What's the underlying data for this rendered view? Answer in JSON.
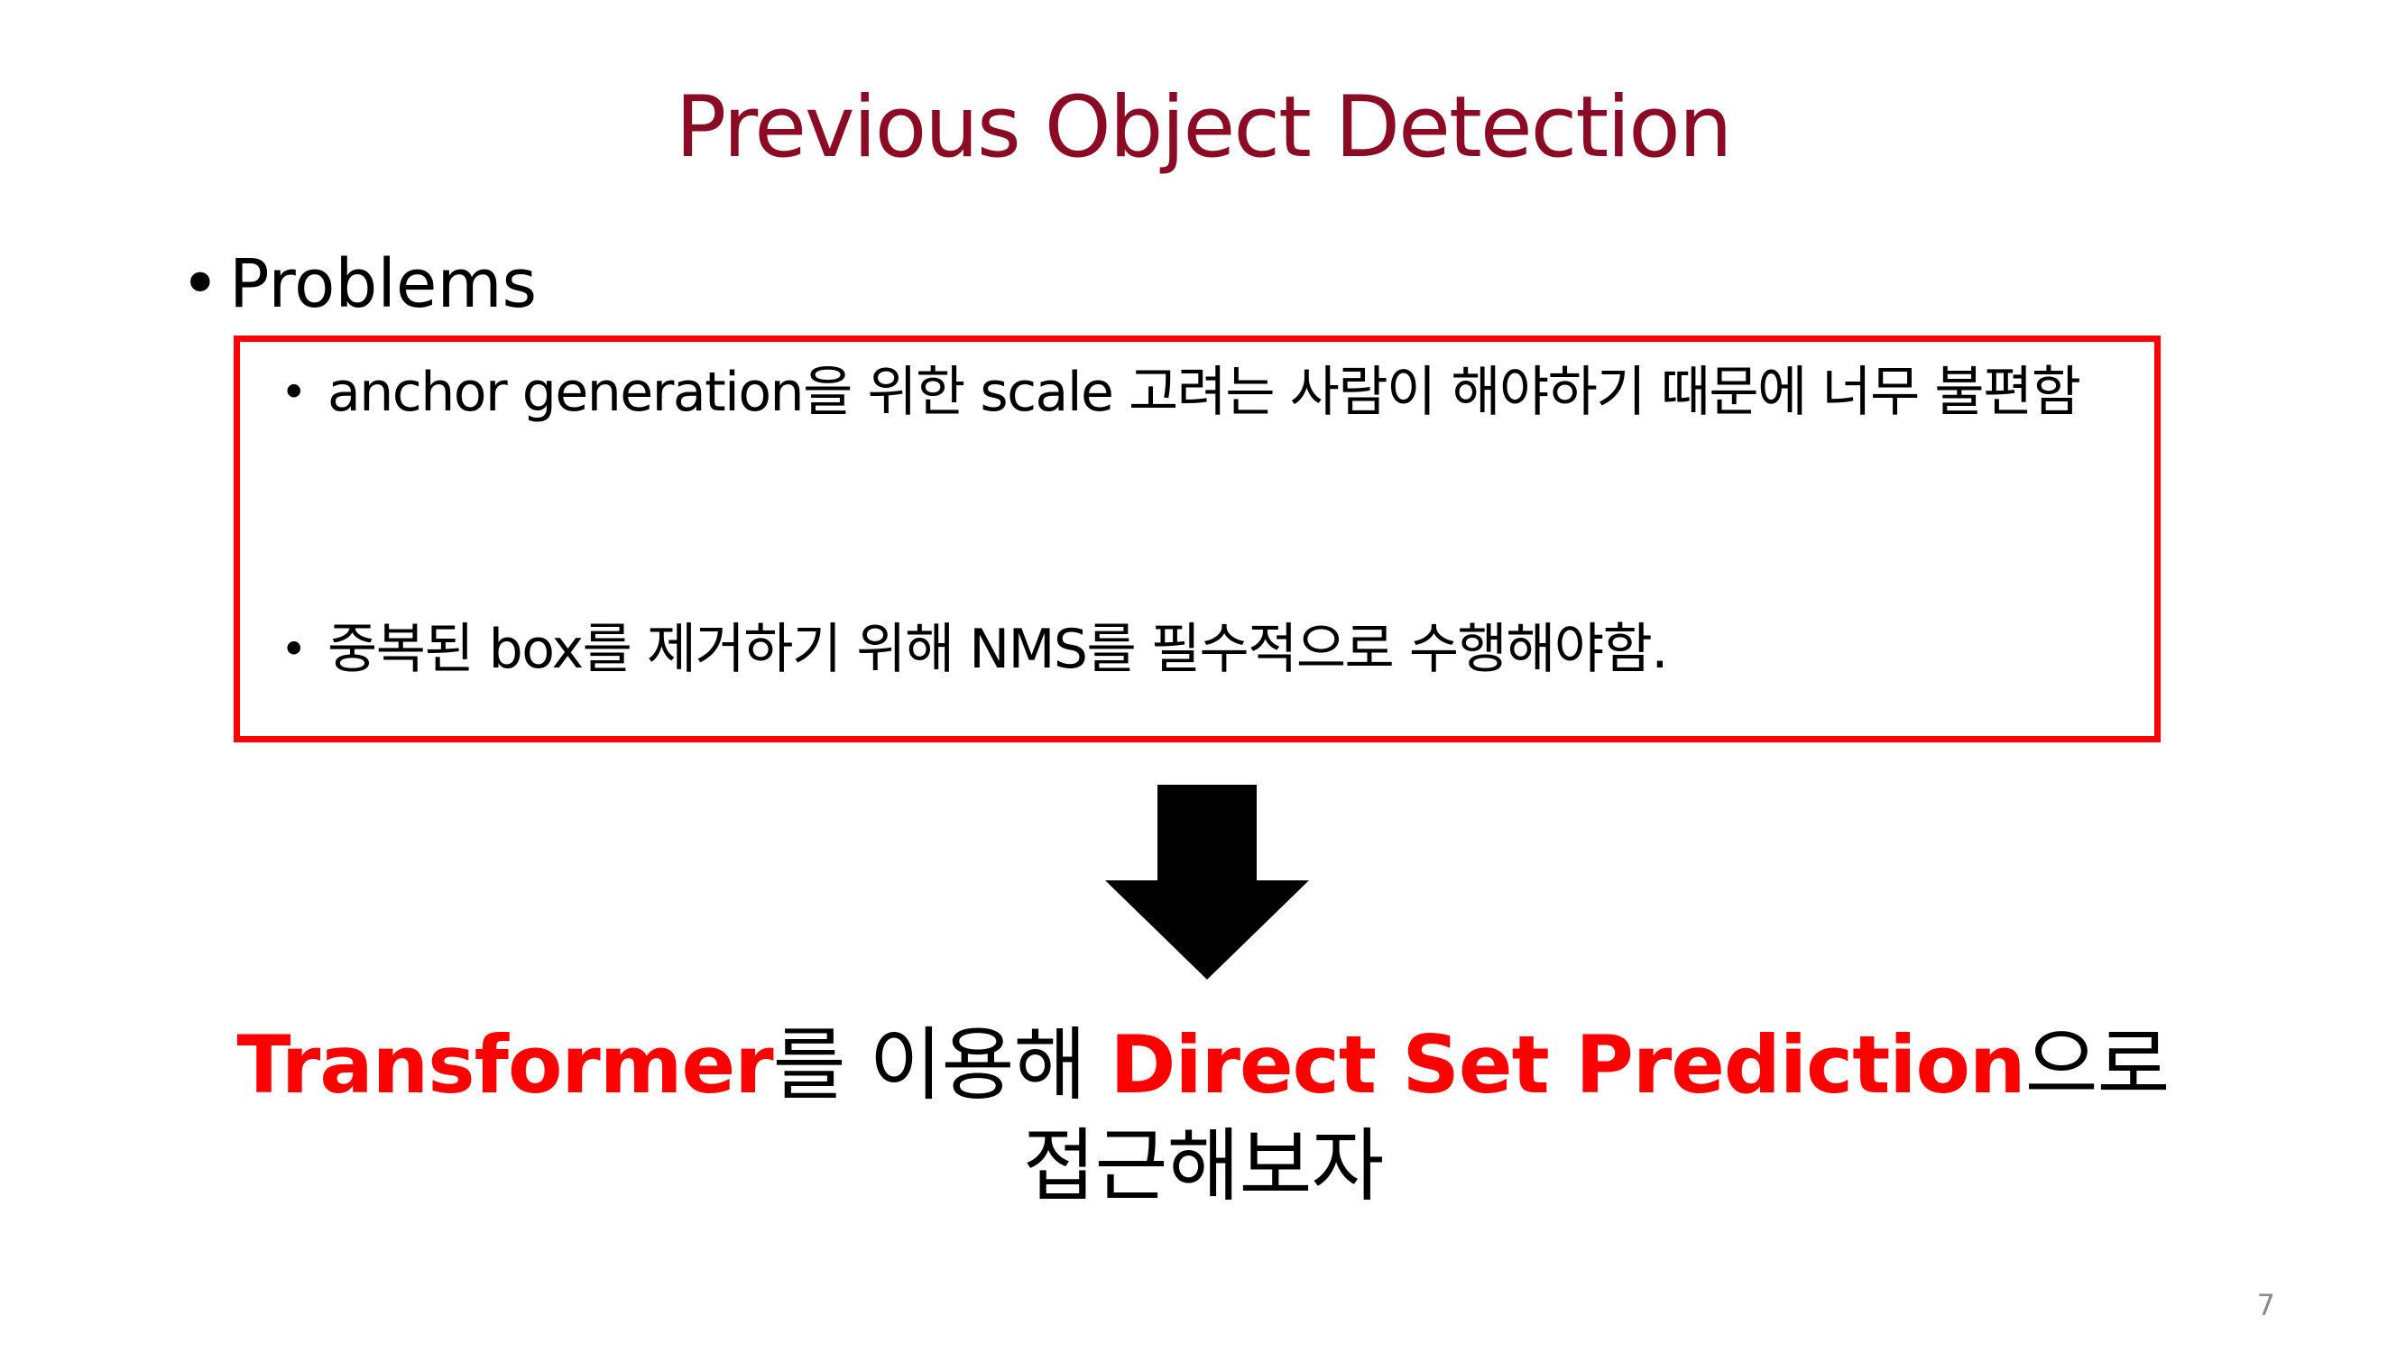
{
  "slide": {
    "title": "Previous Object Detection",
    "page_number": "7",
    "accent_color": "#8B0A24",
    "highlight_color": "#FF0000"
  },
  "problems": {
    "bullet": "•",
    "label": "Problems",
    "items": [
      {
        "bullet": "•",
        "text": "anchor generation을 위한 scale 고려는 사람이 해야하기 때문에 너무 불편함"
      },
      {
        "bullet": "•",
        "text": "중복된 box를 제거하기 위해 NMS를 필수적으로 수행해야함."
      }
    ]
  },
  "arrow": {
    "icon": "down-arrow-icon"
  },
  "conclusion": {
    "part1": "Transformer",
    "part2": "를 이용해 ",
    "part3": "Direct Set Prediction",
    "part4": "으로",
    "line2": "접근해보자"
  }
}
